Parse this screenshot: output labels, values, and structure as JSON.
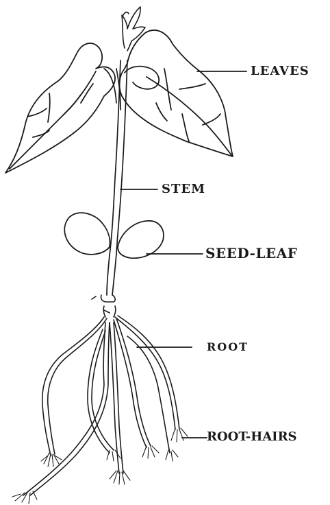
{
  "labels": {
    "leaves": "LEAVES",
    "stem": "STEM",
    "seed_leaf": "SEED-LEAF",
    "root": "ROOT",
    "root_hairs": "ROOT-HAIRS"
  },
  "colors": {
    "ink": "#1a1a1a",
    "background": "#ffffff"
  }
}
